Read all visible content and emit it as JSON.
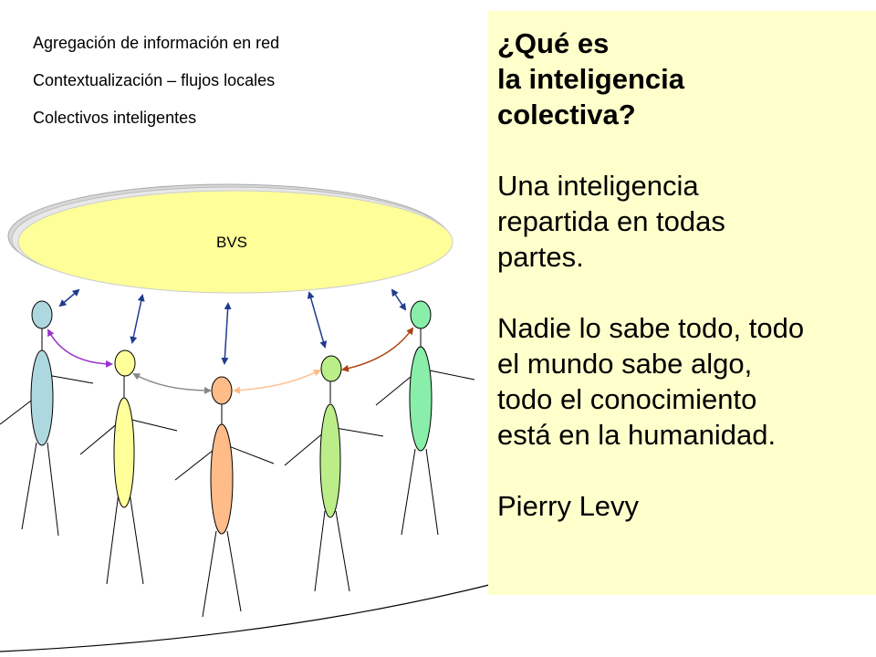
{
  "topics": [
    "Agregación de información en red",
    "Contextualización – flujos locales",
    "Colectivos inteligentes"
  ],
  "hub_label": "BVS",
  "quote": {
    "title_lines": [
      "¿Qué es",
      "la inteligencia",
      "colectiva?"
    ],
    "definition_lines": [
      "Una inteligencia",
      "repartida en todas",
      "partes."
    ],
    "statement_lines": [
      "Nadie lo sabe todo, todo",
      "el mundo sabe algo,",
      "todo el conocimiento",
      "está en la humanidad."
    ],
    "author": "Pierry Levy"
  },
  "colors": {
    "hub_fill": "#ffff99",
    "panel_bg": "#ffffcc",
    "arrow_hub": "#1f3c8f",
    "figure_1": "#add8e0",
    "figure_2": "#ffff99",
    "figure_3": "#ffbb88",
    "figure_4": "#bbee88",
    "figure_5": "#88eeaa",
    "link_1_2": "#9933cc",
    "link_2_3": "#888888",
    "link_3_4": "#ffbb88",
    "link_4_5": "#aa4411"
  }
}
